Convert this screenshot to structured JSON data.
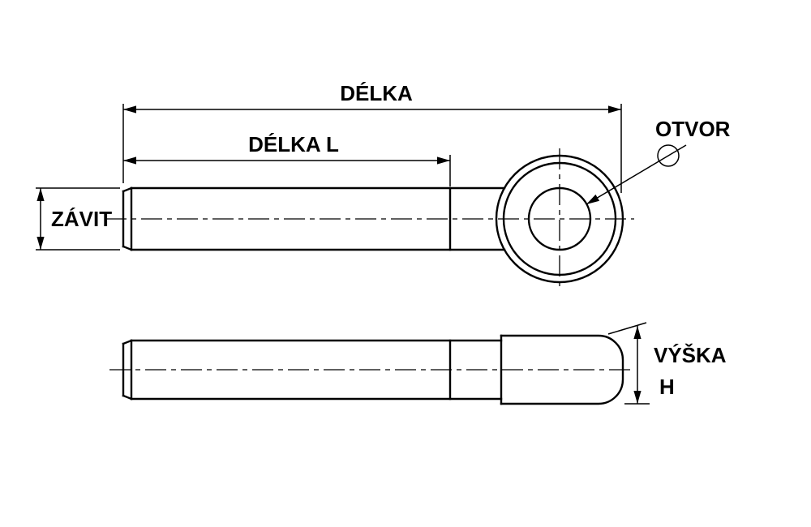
{
  "page": {
    "background_color": "#ffffff",
    "line_color": "#000000"
  },
  "drawing": {
    "description_labels": {
      "delka": "DÉLKA",
      "delka_l": "DÉLKA L",
      "zavit": "ZÁVIT",
      "otvor": "OTVOR",
      "vyska": "VÝŠKA",
      "vyska_h": "H"
    },
    "icons": {
      "hole_diameter": "diameter-symbol"
    }
  }
}
